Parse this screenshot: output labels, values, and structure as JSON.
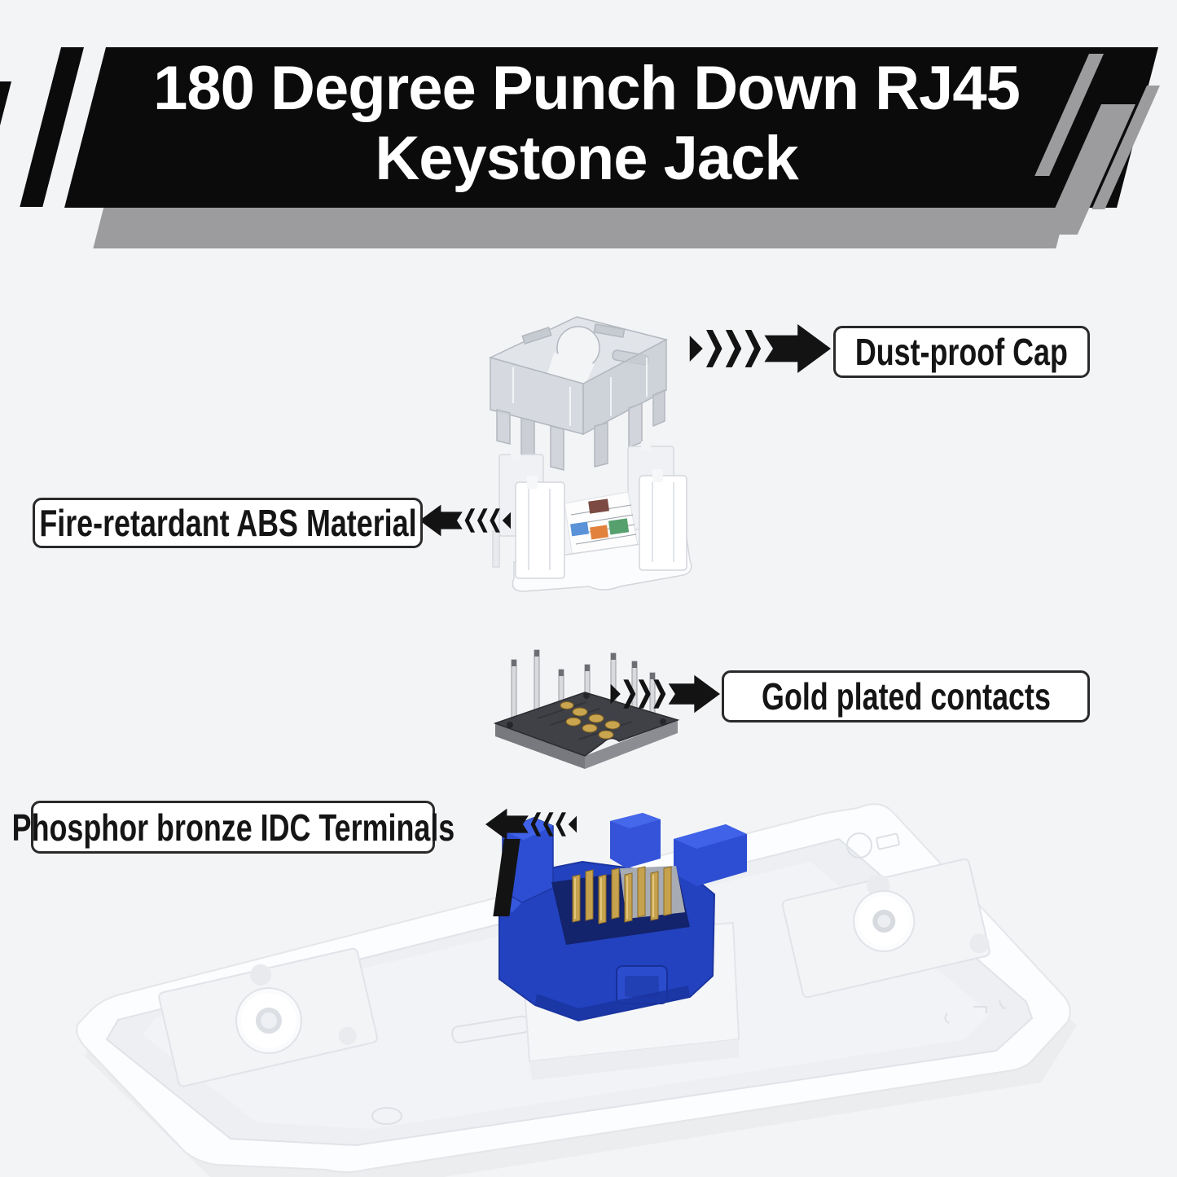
{
  "banner": {
    "line1": "180 Degree Punch Down RJ45",
    "line2": "Keystone Jack"
  },
  "callouts": [
    {
      "label": "Dust-proof Cap",
      "direction": "right"
    },
    {
      "label": "Fire-retardant ABS Material",
      "direction": "left"
    },
    {
      "label": "Gold plated contacts",
      "direction": "right"
    },
    {
      "label": "Phosphor bronze IDC Terminals",
      "direction": "left"
    }
  ],
  "illustrations": [
    "dust-proof-cap-icon",
    "abs-jack-body-icon",
    "gold-contacts-pcb-icon",
    "wall-plate-keystone-icon"
  ],
  "colors": {
    "background": "#f3f4f6",
    "banner_bg": "#0b0b0b",
    "banner_text": "#ffffff",
    "accent_gray": "#9c9c9e",
    "arrow_black": "#131313",
    "label_border": "#2a2a2a",
    "keystone_blue": "#2342c0",
    "gold_contact": "#c9a54f",
    "plate_white": "#fcfdfe",
    "pcb_dark": "#404147"
  }
}
